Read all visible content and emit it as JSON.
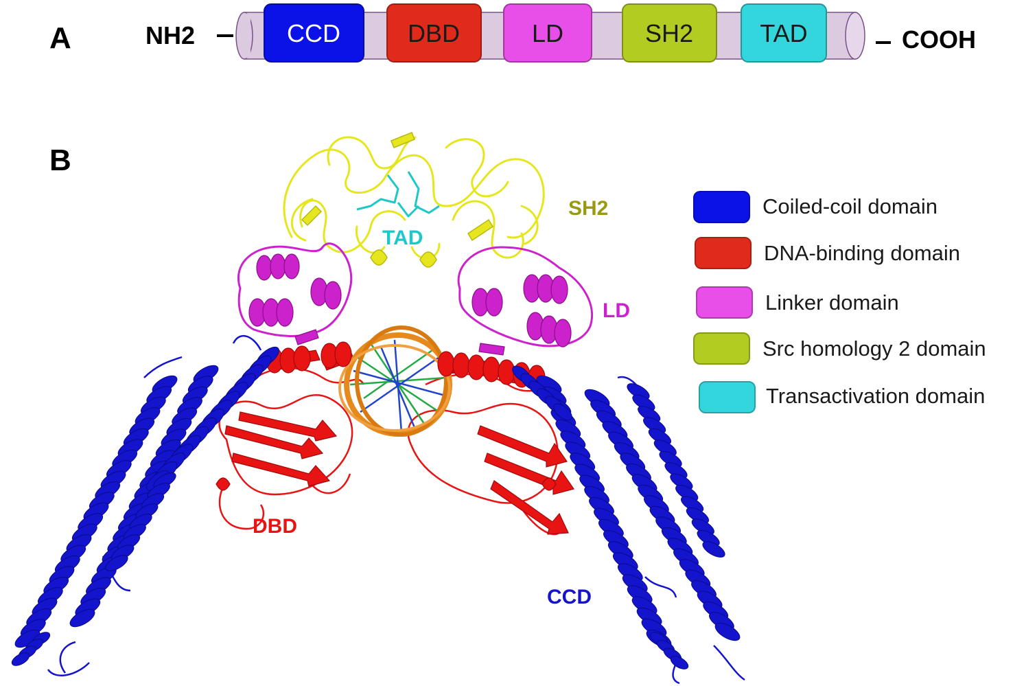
{
  "panel_a": {
    "letter": "A",
    "n_terminus": "NH2",
    "c_terminus": "COOH",
    "domains": [
      {
        "label": "CCD",
        "color": "#0a12e8",
        "text_color": "#ffffff"
      },
      {
        "label": "DBD",
        "color": "#e02b1c",
        "text_color": "#1a1a1a"
      },
      {
        "label": "LD",
        "color": "#e84fe8",
        "text_color": "#1a1a1a"
      },
      {
        "label": "SH2",
        "color": "#b2cc22",
        "text_color": "#1a1a1a"
      },
      {
        "label": "TAD",
        "color": "#33d6dc",
        "text_color": "#1a1a1a"
      }
    ],
    "backbone_color": "#dccbe0"
  },
  "panel_b": {
    "letter": "B",
    "labels": {
      "sh2": "SH2",
      "tad": "TAD",
      "ld": "LD",
      "dbd": "DBD",
      "ccd": "CCD"
    },
    "colors": {
      "ccd": "#1414cc",
      "dbd": "#e81414",
      "ld": "#cc22cc",
      "sh2": "#e6e61e",
      "sh2_label": "#9a9a10",
      "tad": "#1ec8c8",
      "dna_backbone": "#e68a1e",
      "dna_bases_1": "#22aa44",
      "dna_bases_2": "#2244cc"
    }
  },
  "legend": [
    {
      "label": "Coiled-coil domain",
      "color": "#0a12e8"
    },
    {
      "label": "DNA-binding domain",
      "color": "#e02b1c"
    },
    {
      "label": "Linker domain",
      "color": "#e84fe8"
    },
    {
      "label": "Src homology 2 domain",
      "color": "#b2cc22"
    },
    {
      "label": "Transactivation domain",
      "color": "#33d6dc"
    }
  ]
}
